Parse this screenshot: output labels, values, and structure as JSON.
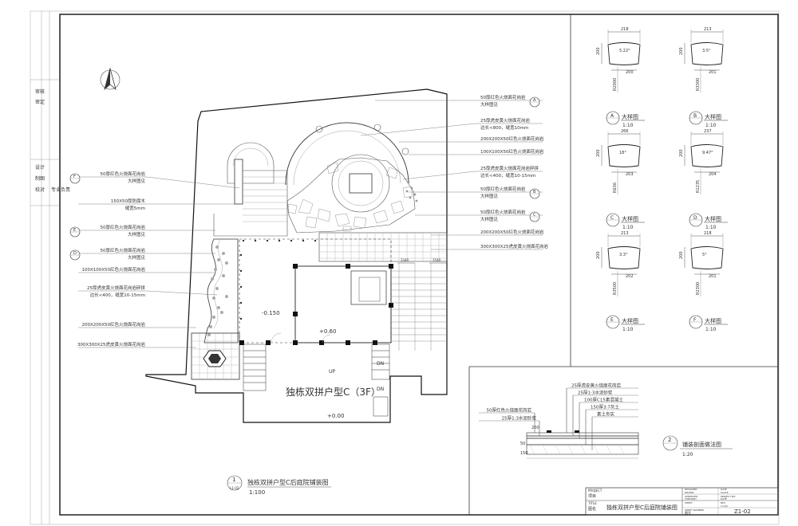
{
  "plan": {
    "main_title": "独栋双拼户型C（3F）",
    "level_1": "-0.150",
    "level_2": "+0.60",
    "level_3": "+0.00",
    "up_label": "UP",
    "dn_label_1": "DN",
    "dn_label_2": "DN",
    "dim_left": "3340",
    "dim_right": "3540",
    "left_notes": [
      {
        "lines": [
          "50厚红色火烧面花岗岩",
          "大样图见"
        ],
        "tag": "F"
      },
      {
        "lines": [
          "150X50厚防腐木",
          "缝宽5mm"
        ],
        "tag": ""
      },
      {
        "lines": [
          "50厚红色火烧面花岗岩",
          "大样图见"
        ],
        "tag": "E"
      },
      {
        "lines": [
          "50厚红色火烧面花岗岩",
          "大样图见"
        ],
        "tag": "D"
      },
      {
        "lines": [
          "100X100X50红色火烧面花岗岩"
        ],
        "tag": ""
      },
      {
        "lines": [
          "25厚虎皮黄火烧面花岗岩碎拼",
          "边长<400，缝宽10-15mm"
        ],
        "tag": ""
      },
      {
        "lines": [
          "200X200X50红色火烧面花岗岩"
        ],
        "tag": ""
      },
      {
        "lines": [
          "300X300X25虎皮黄火烧面花岗岩"
        ],
        "tag": ""
      }
    ],
    "right_notes": [
      {
        "lines": [
          "50厚红色火烧面花岗岩",
          "大样图见"
        ],
        "tag": "A"
      },
      {
        "lines": [
          "25厚虎皮黄火烧面花岗岩",
          "边长<800，缝宽10mm"
        ],
        "tag": ""
      },
      {
        "lines": [
          "200X200X50红色火烧面花岗岩"
        ],
        "tag": ""
      },
      {
        "lines": [
          "100X100X50红色火烧面花岗岩"
        ],
        "tag": ""
      },
      {
        "lines": [
          "25厚虎皮黄火烧面花岗岩碎拼",
          "边长<400，缝宽10-15mm"
        ],
        "tag": ""
      },
      {
        "lines": [
          "50厚红色火烧面花岗岩",
          "大样图见"
        ],
        "tag": "B"
      },
      {
        "lines": [
          "50厚红色火烧面花岗岩",
          "大样图见"
        ],
        "tag": "C"
      },
      {
        "lines": [
          "200X200X50红色火烧面花岗岩"
        ],
        "tag": ""
      },
      {
        "lines": [
          "300X300X25虎皮黄火烧面花岗岩"
        ],
        "tag": ""
      }
    ],
    "caption_title": "独栋双拼户型C后庭院铺装图",
    "caption_scale": "1:100",
    "caption_no": "1",
    "caption_sub": "L1-02"
  },
  "details": [
    {
      "tag": "A",
      "name": "大样图",
      "scale": "1:10",
      "top": "218",
      "angle": "5.22°",
      "bottom": "200",
      "side": "200",
      "radius": "R2000"
    },
    {
      "tag": "B",
      "name": "大样图",
      "scale": "1:10",
      "top": "213",
      "angle": "3.5°",
      "bottom": "201",
      "side": "200",
      "radius": "R3300"
    },
    {
      "tag": "C",
      "name": "大样图",
      "scale": "1:10",
      "top": "266",
      "angle": "18°",
      "bottom": "203",
      "side": "200",
      "radius": "R636"
    },
    {
      "tag": "D",
      "name": "大样图",
      "scale": "1:10",
      "top": "237",
      "angle": "9.47°",
      "bottom": "204",
      "side": "200",
      "radius": "R1235"
    },
    {
      "tag": "E",
      "name": "大样图",
      "scale": "1:10",
      "top": "213",
      "angle": "3.3°",
      "bottom": "202",
      "side": "200",
      "radius": "R3500"
    },
    {
      "tag": "F",
      "name": "大样图",
      "scale": "1:10",
      "top": "218",
      "angle": "5°",
      "bottom": "201",
      "side": "200",
      "radius": "R2300"
    }
  ],
  "section": {
    "notes_right": [
      "25厚虎皮黄火烧面花岗岩",
      "25厚1:3水泥砂浆",
      "100厚C15素混凝土",
      "150厚3:7灰土",
      "素土夯实"
    ],
    "notes_left": [
      "50厚红色火烧面花岗岩",
      "25厚1:3水泥砂浆"
    ],
    "dims": [
      "200",
      "50",
      "150"
    ],
    "title": "铺装剖面做法图",
    "scale": "1:20",
    "no": "2"
  },
  "sidebar": {
    "labels": [
      "审核",
      "审定",
      "设计",
      "制图",
      "校对",
      "专业负责"
    ]
  },
  "titleblock": {
    "project_en": "PROJECT",
    "project_cn": "项目",
    "title_en": "TITLE",
    "title_cn": "图名",
    "drawing_title": "独栋双拼户型C后庭院铺装图",
    "fields": [
      "DESIGNED",
      "DRAWN",
      "APPROVED",
      "CHECKED",
      "DATE",
      "SCALE",
      "PROJECT NO",
      "DATE",
      "SHEET",
      "REV"
    ],
    "sheet_label": "SHEET NUMBER",
    "sheet_cn": "图号",
    "sheet_no": "Z1-02",
    "scale_value": "1:100"
  }
}
